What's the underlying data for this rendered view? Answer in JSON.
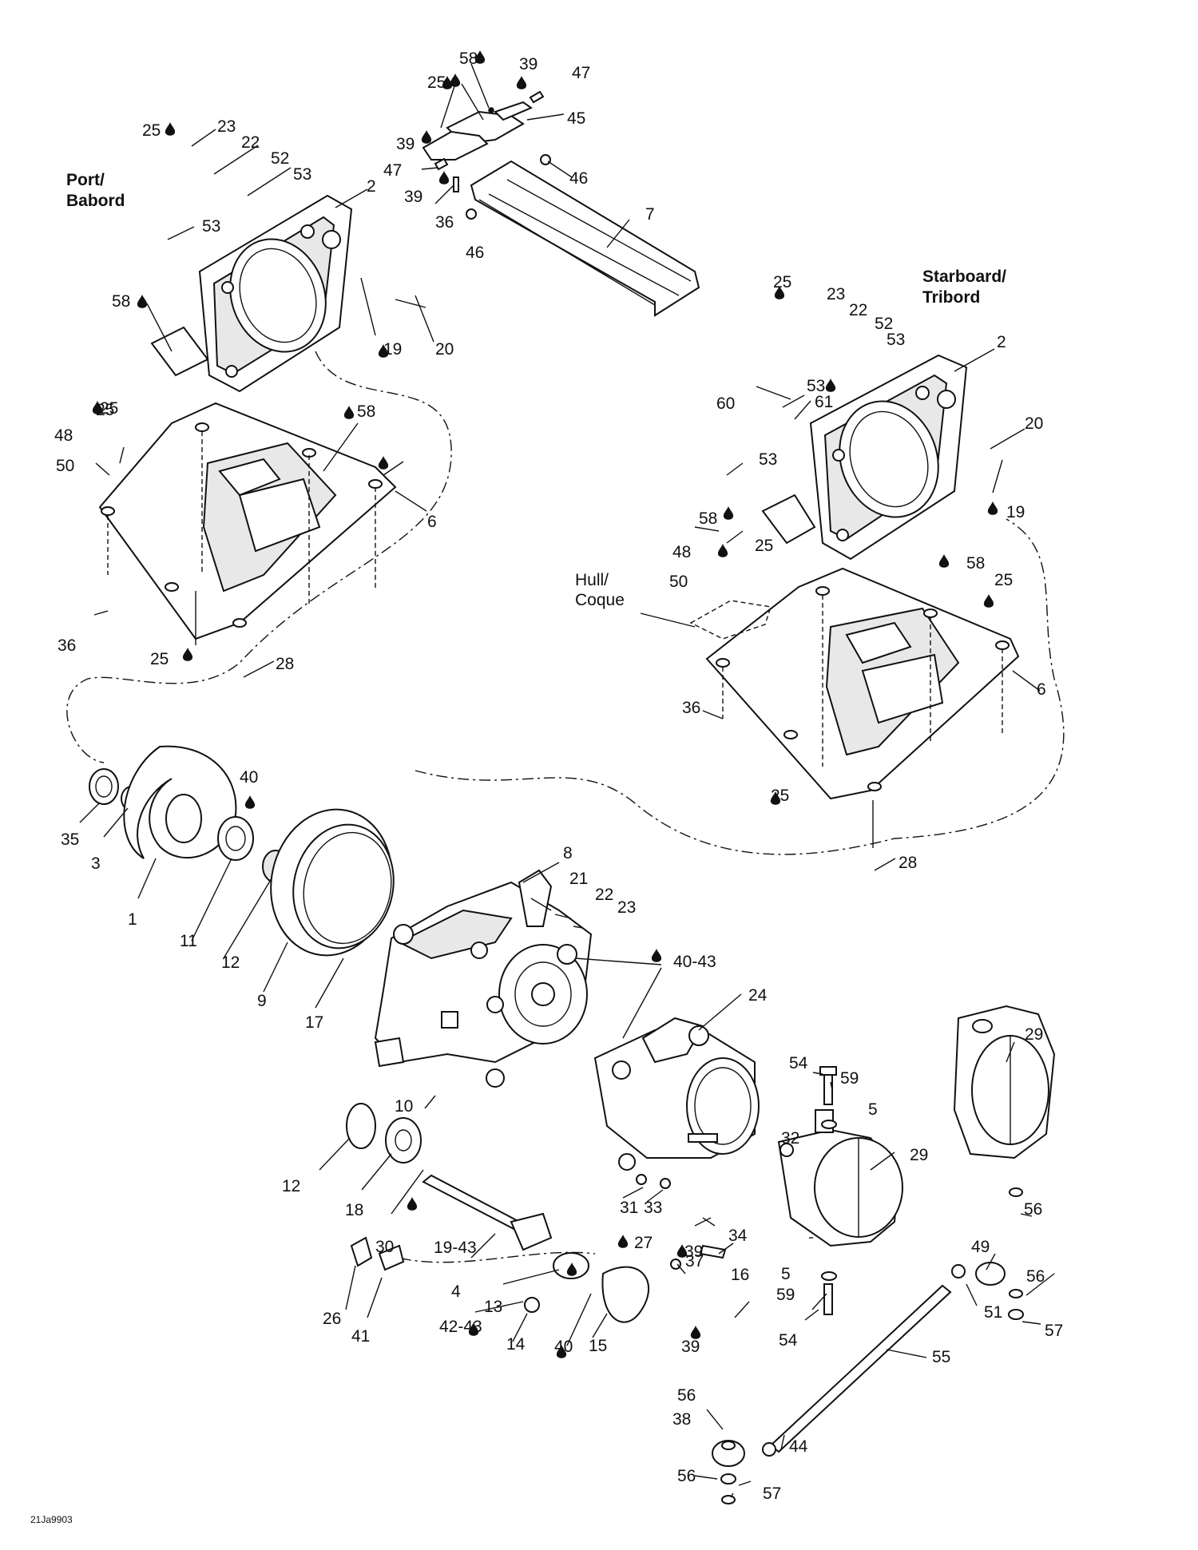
{
  "regions": {
    "port": [
      "Port/",
      "Babord"
    ],
    "starboard": [
      "Starboard/",
      "Tribord"
    ],
    "hull": [
      "Hull/",
      "Coque"
    ]
  },
  "drawing_code": "21Ja9903",
  "colors": {
    "ink": "#111111",
    "background": "#ffffff"
  },
  "icons": {
    "adhesive": "drop-icon"
  },
  "labels": [
    {
      "t": "58"
    },
    {
      "t": "39"
    },
    {
      "t": "47"
    },
    {
      "t": "25"
    },
    {
      "t": "45"
    },
    {
      "t": "39"
    },
    {
      "t": "47"
    },
    {
      "t": "46"
    },
    {
      "t": "39"
    },
    {
      "t": "36"
    },
    {
      "t": "46"
    },
    {
      "t": "7"
    },
    {
      "t": "25"
    },
    {
      "t": "23"
    },
    {
      "t": "22"
    },
    {
      "t": "52"
    },
    {
      "t": "53"
    },
    {
      "t": "2"
    },
    {
      "t": "53"
    },
    {
      "t": "58"
    },
    {
      "t": "19"
    },
    {
      "t": "20"
    },
    {
      "t": "25"
    },
    {
      "t": "58"
    },
    {
      "t": "48"
    },
    {
      "t": "25"
    },
    {
      "t": "50"
    },
    {
      "t": "6"
    },
    {
      "t": "36"
    },
    {
      "t": "25"
    },
    {
      "t": "28"
    },
    {
      "t": "25"
    },
    {
      "t": "23"
    },
    {
      "t": "22"
    },
    {
      "t": "52"
    },
    {
      "t": "53"
    },
    {
      "t": "2"
    },
    {
      "t": "60"
    },
    {
      "t": "53"
    },
    {
      "t": "61"
    },
    {
      "t": "20"
    },
    {
      "t": "53"
    },
    {
      "t": "19"
    },
    {
      "t": "58"
    },
    {
      "t": "25"
    },
    {
      "t": "48"
    },
    {
      "t": "58"
    },
    {
      "t": "25"
    },
    {
      "t": "50"
    },
    {
      "t": "6"
    },
    {
      "t": "36"
    },
    {
      "t": "25"
    },
    {
      "t": "28"
    },
    {
      "t": "40"
    },
    {
      "t": "35"
    },
    {
      "t": "3"
    },
    {
      "t": "1"
    },
    {
      "t": "11"
    },
    {
      "t": "12"
    },
    {
      "t": "8"
    },
    {
      "t": "21"
    },
    {
      "t": "22"
    },
    {
      "t": "23"
    },
    {
      "t": "9"
    },
    {
      "t": "17"
    },
    {
      "t": "40-43"
    },
    {
      "t": "24"
    },
    {
      "t": "54"
    },
    {
      "t": "59"
    },
    {
      "t": "5"
    },
    {
      "t": "29"
    },
    {
      "t": "32"
    },
    {
      "t": "29"
    },
    {
      "t": "10"
    },
    {
      "t": "12"
    },
    {
      "t": "18"
    },
    {
      "t": "30"
    },
    {
      "t": "19-43"
    },
    {
      "t": "4"
    },
    {
      "t": "31"
    },
    {
      "t": "33"
    },
    {
      "t": "39"
    },
    {
      "t": "34"
    },
    {
      "t": "56"
    },
    {
      "t": "27"
    },
    {
      "t": "37"
    },
    {
      "t": "16"
    },
    {
      "t": "13"
    },
    {
      "t": "49"
    },
    {
      "t": "56"
    },
    {
      "t": "5"
    },
    {
      "t": "59"
    },
    {
      "t": "54"
    },
    {
      "t": "51"
    },
    {
      "t": "57"
    },
    {
      "t": "26"
    },
    {
      "t": "41"
    },
    {
      "t": "42-43"
    },
    {
      "t": "14"
    },
    {
      "t": "40"
    },
    {
      "t": "15"
    },
    {
      "t": "39"
    },
    {
      "t": "55"
    },
    {
      "t": "56"
    },
    {
      "t": "38"
    },
    {
      "t": "44"
    },
    {
      "t": "56"
    },
    {
      "t": "57"
    }
  ]
}
